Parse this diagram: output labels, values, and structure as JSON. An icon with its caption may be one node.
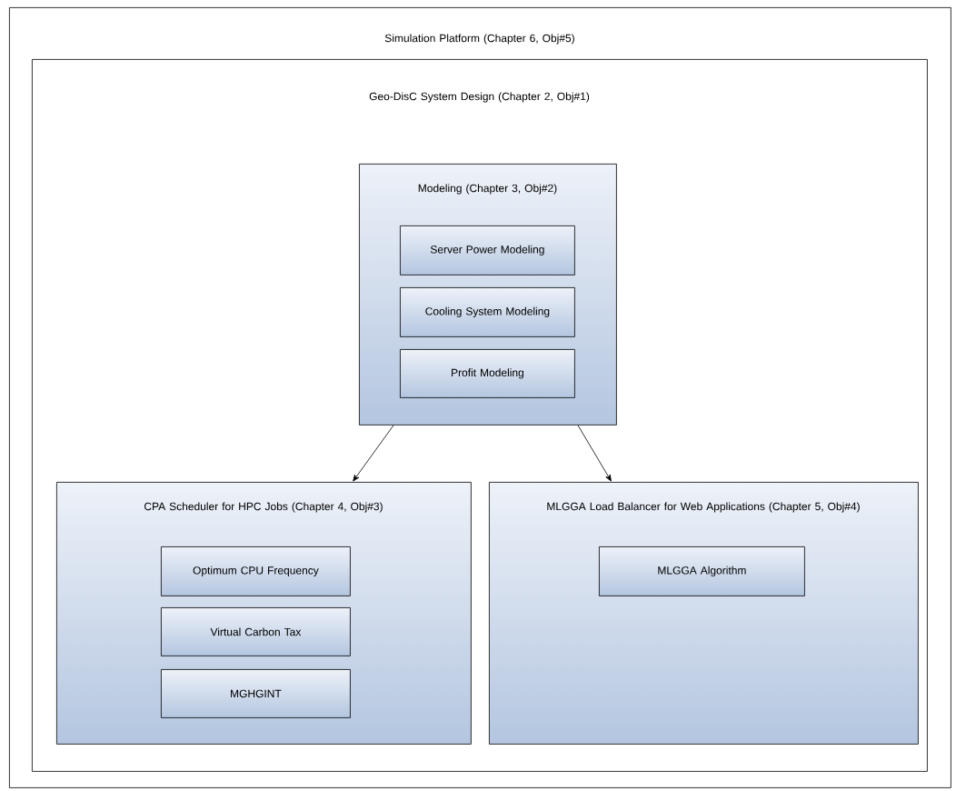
{
  "diagram": {
    "nodes": [
      {
        "text": [
          "Simulation Platform (Chapter 6, Obj#5)"
        ]
      },
      {
        "text": [
          "Geo-DisC System Design (Chapter 2, Obj#1)"
        ],
        "in": 0
      },
      {
        "text": [
          "Modeling (Chapter 3, Obj#2)"
        ],
        "in": 1
      },
      {
        "text": [
          "Server Power Modeling"
        ],
        "in": 2
      },
      {
        "text": [
          "Cooling System Modeling"
        ],
        "in": 2
      },
      {
        "text": [
          "Profit Modeling"
        ],
        "in": 2
      },
      {
        "text": [
          "CPA Scheduler for HPC Jobs (Chapter 4, Obj#3)"
        ],
        "in": 1
      },
      {
        "text": [
          "Optimum CPU Frequency"
        ],
        "in": 6
      },
      {
        "text": [
          "Virtual Carbon Tax"
        ],
        "in": 6
      },
      {
        "text": [
          "MGHGINT"
        ],
        "in": 6
      },
      {
        "text": [
          "MLGGA Load Balancer for Web Applications (Chapter 5, Obj#4)"
        ],
        "in": 1
      },
      {
        "text": [
          "MLGGA Algorithm"
        ],
        "in": 10
      }
    ],
    "edges": [
      {
        "from": 2,
        "to": 6,
        "arrow": "to"
      },
      {
        "from": 2,
        "to": 10,
        "arrow": "to"
      }
    ]
  }
}
